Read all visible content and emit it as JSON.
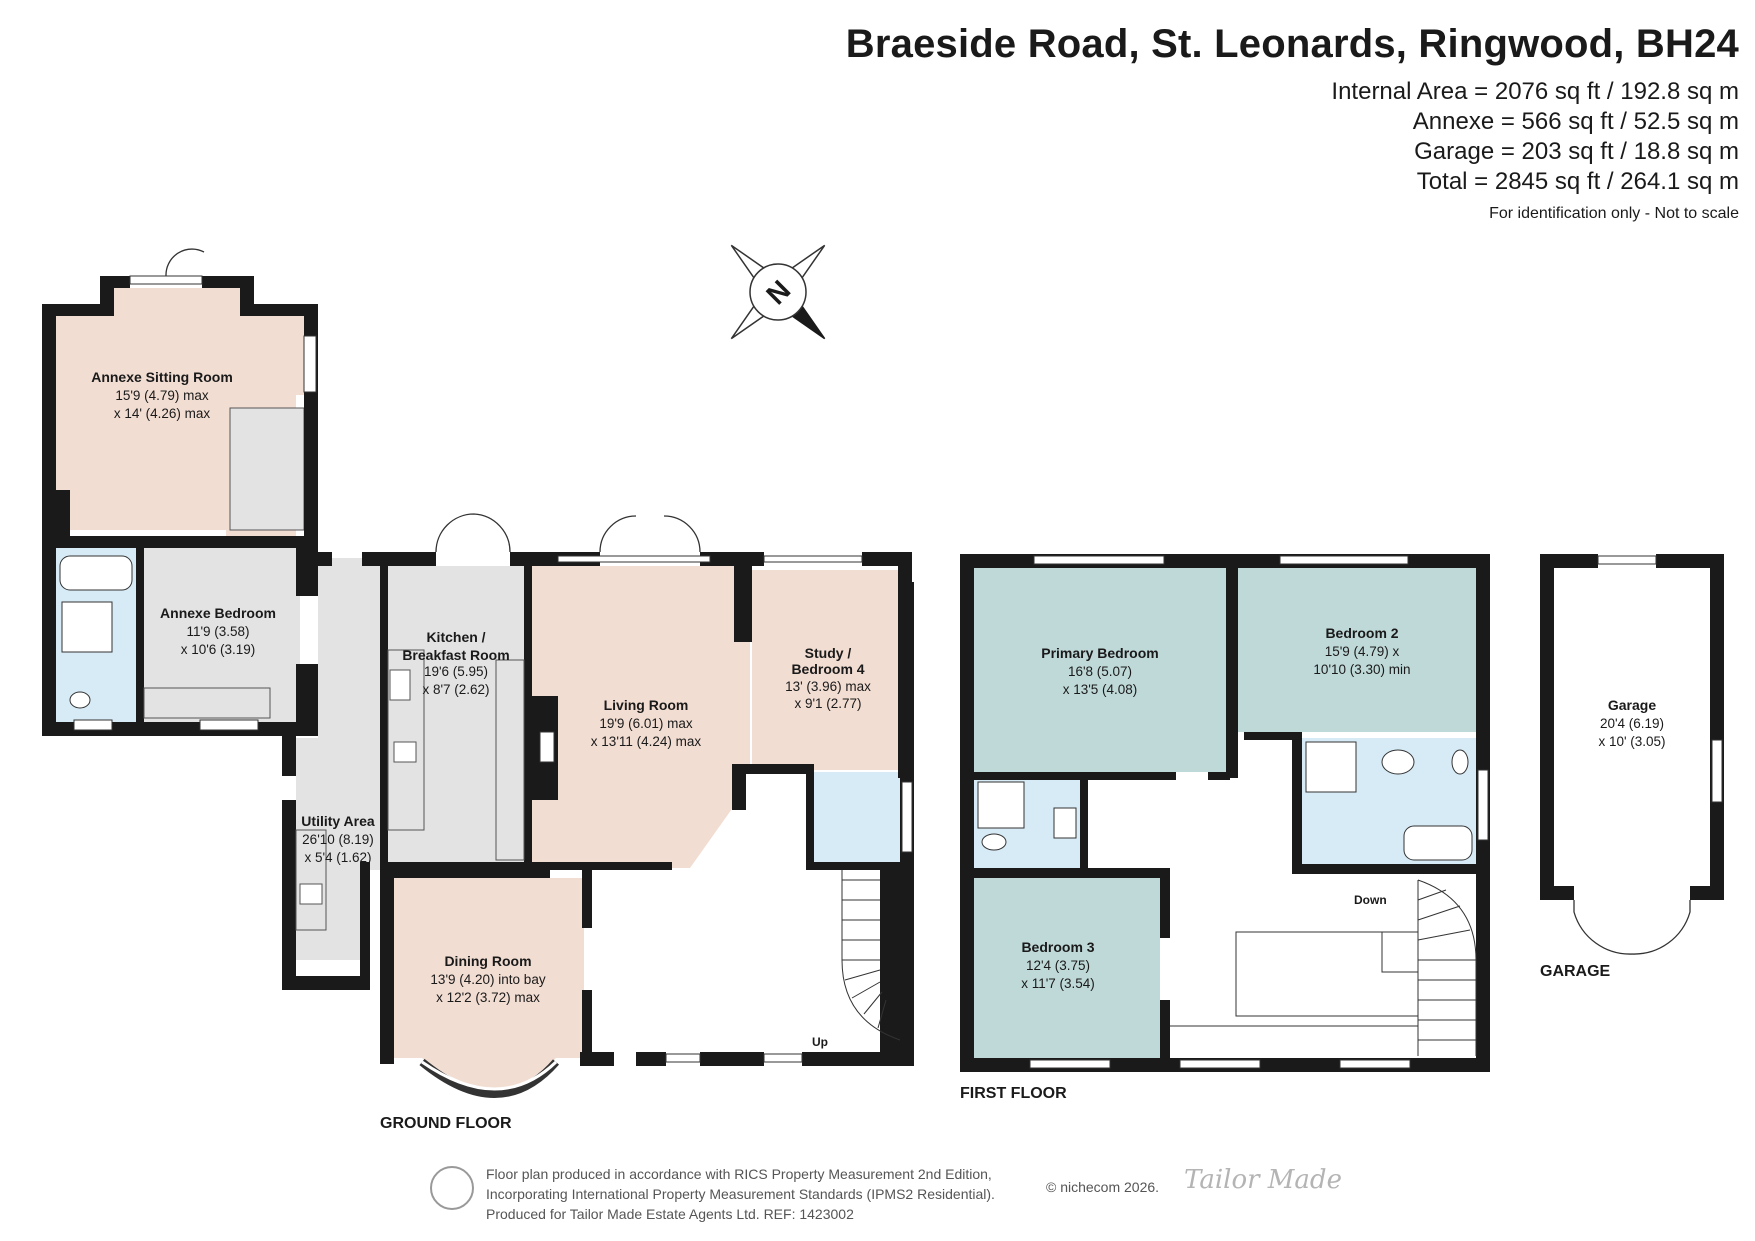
{
  "header": {
    "title": "Braeside Road, St. Leonards, Ringwood, BH24",
    "areas": [
      "Internal Area = 2076 sq ft / 192.8 sq m",
      "Annexe = 566 sq ft / 52.5 sq m",
      "Garage = 203 sq ft / 18.8 sq m",
      "Total = 2845 sq ft / 264.1 sq m"
    ],
    "note": "For identification only - Not to scale"
  },
  "compass": {
    "letter": "N"
  },
  "colors": {
    "sitting": "#f2ddd2",
    "bedroom_grey": "#e3e3e3",
    "bathroom": "#d7ebf6",
    "kitchen": "#e3e3e3",
    "living": "#f2ddd2",
    "first_floor_bed": "#bfd9d8",
    "wall": "#1a1a1a"
  },
  "floors": {
    "ground": "GROUND FLOOR",
    "first": "FIRST FLOOR",
    "garage": "GARAGE"
  },
  "rooms": {
    "annexe_sitting": {
      "name": "Annexe Sitting Room",
      "dim1": "15'9 (4.79) max",
      "dim2": "x 14' (4.26) max"
    },
    "annexe_bedroom": {
      "name": "Annexe Bedroom",
      "dim1": "11'9 (3.58)",
      "dim2": "x 10'6 (3.19)"
    },
    "kitchen": {
      "name1": "Kitchen /",
      "name2": "Breakfast Room",
      "dim1": "19'6 (5.95)",
      "dim2": "x 8'7 (2.62)"
    },
    "living": {
      "name": "Living Room",
      "dim1": "19'9 (6.01) max",
      "dim2": "x 13'11 (4.24) max"
    },
    "study": {
      "name1": "Study /",
      "name2": "Bedroom 4",
      "dim1": "13' (3.96) max",
      "dim2": "x 9'1 (2.77)"
    },
    "utility": {
      "name": "Utility Area",
      "dim1": "26'10 (8.19)",
      "dim2": "x 5'4 (1.62)"
    },
    "dining": {
      "name": "Dining Room",
      "dim1": "13'9 (4.20) into bay",
      "dim2": "x 12'2 (3.72) max"
    },
    "primary": {
      "name": "Primary Bedroom",
      "dim1": "16'8 (5.07)",
      "dim2": "x 13'5 (4.08)"
    },
    "bedroom2": {
      "name": "Bedroom 2",
      "dim1": "15'9 (4.79) x",
      "dim2": "10'10 (3.30) min"
    },
    "bedroom3": {
      "name": "Bedroom 3",
      "dim1": "12'4 (3.75)",
      "dim2": "x 11'7 (3.54)"
    },
    "garage": {
      "name": "Garage",
      "dim1": "20'4 (6.19)",
      "dim2": "x 10' (3.05)"
    }
  },
  "stairs": {
    "up": "Up",
    "down": "Down"
  },
  "footer": {
    "line1": "Floor plan produced in accordance with RICS Property Measurement 2nd Edition,",
    "line2": "Incorporating International Property Measurement Standards (IPMS2 Residential).",
    "line3": "Produced for Tailor Made Estate Agents Ltd.   REF:  1423002",
    "copyright": "© nichecom 2026.",
    "logo": "Tailor Made"
  }
}
